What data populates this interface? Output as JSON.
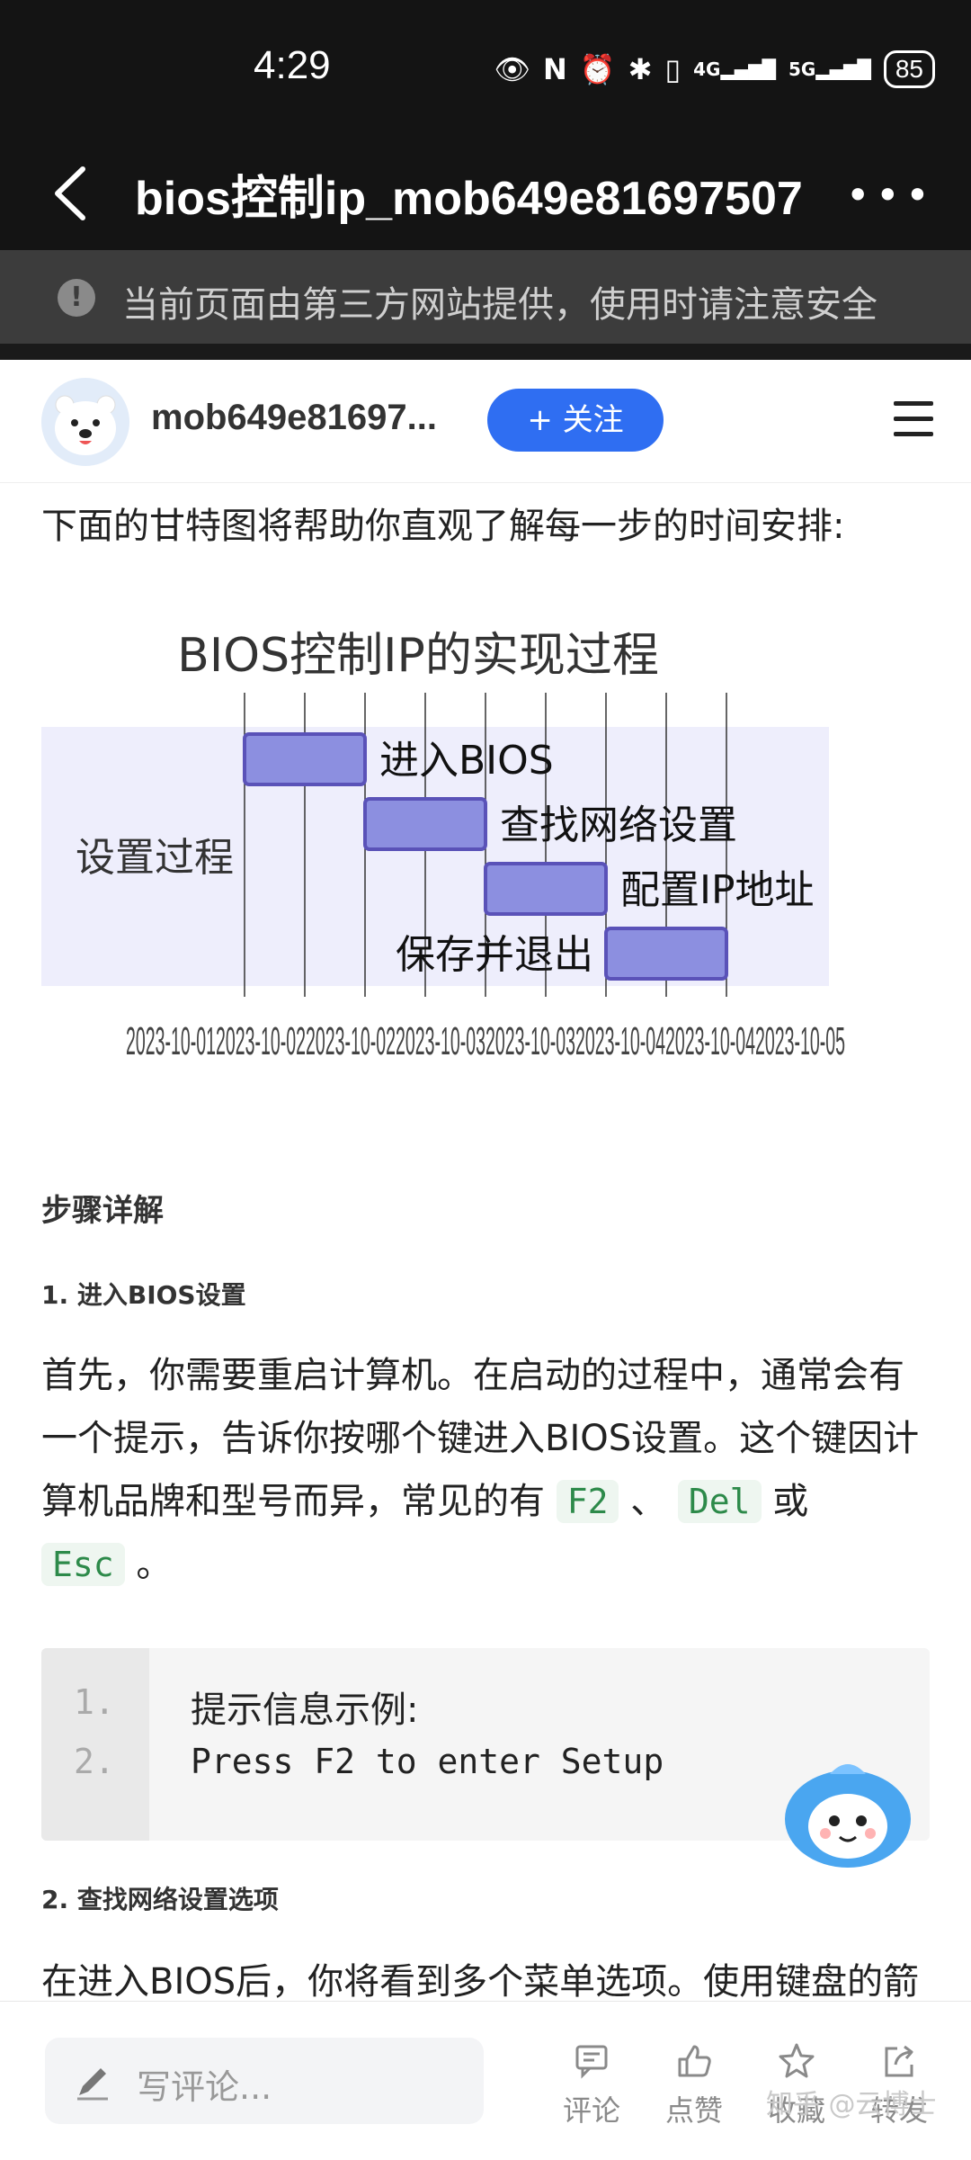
{
  "status": {
    "time": "4:29",
    "battery": "85",
    "network_1": "4G",
    "network_2": "5G"
  },
  "nav": {
    "title": "bios控制ip_mob649e81697507"
  },
  "warning": {
    "text": "当前页面由第三方网站提供，使用时请注意安全"
  },
  "author": {
    "name": "mob649e81697...",
    "follow_label": "+ 关注"
  },
  "intro": "下面的甘特图将帮助你直观了解每一步的时间安排:",
  "chart_data": {
    "type": "gantt",
    "title": "BIOS控制IP的实现过程",
    "section": "设置过程",
    "tasks": [
      {
        "name": "进入BIOS",
        "start": "2023-10-01",
        "end": "2023-10-02"
      },
      {
        "name": "查找网络设置",
        "start": "2023-10-02",
        "end": "2023-10-03"
      },
      {
        "name": "配置IP地址",
        "start": "2023-10-03",
        "end": "2023-10-04"
      },
      {
        "name": "保存并退出",
        "start": "2023-10-04",
        "end": "2023-10-05"
      }
    ],
    "x_tick_labels": "2023-10-012023-10-022023-10-022023-10-032023-10-032023-10-042023-10-042023-10-05",
    "colors": {
      "bar": "#8c8fe0",
      "bar_border": "#5a52b8",
      "band": "#eeeefc"
    }
  },
  "sections": {
    "steps_heading": "步骤详解",
    "step1_heading": "1. 进入BIOS设置",
    "step1_para": [
      "首先，你需要重启计算机。在启动的过程中，通常会有",
      "一个提示，告诉你按哪个键进入BIOS设置。这个键因计",
      "算机品牌和型号而异，常见的有 "
    ],
    "key_f2": "F2",
    "sep": "、",
    "key_del": "Del",
    "or": "或",
    "key_esc": "Esc",
    "period": "。",
    "step2_heading": "2. 查找网络设置选项",
    "step2_para": "在进入BIOS后，你将看到多个菜单选项。使用键盘的箭"
  },
  "code": {
    "line_numbers": [
      "1.",
      "2."
    ],
    "lines": [
      "提示信息示例:",
      "Press F2 to enter Setup"
    ]
  },
  "bottom": {
    "comment_placeholder": "写评论...",
    "actions": {
      "comment": "评论",
      "like": "点赞",
      "favorite": "收藏",
      "share": "转发"
    },
    "watermark": "知乎 @云博士"
  }
}
